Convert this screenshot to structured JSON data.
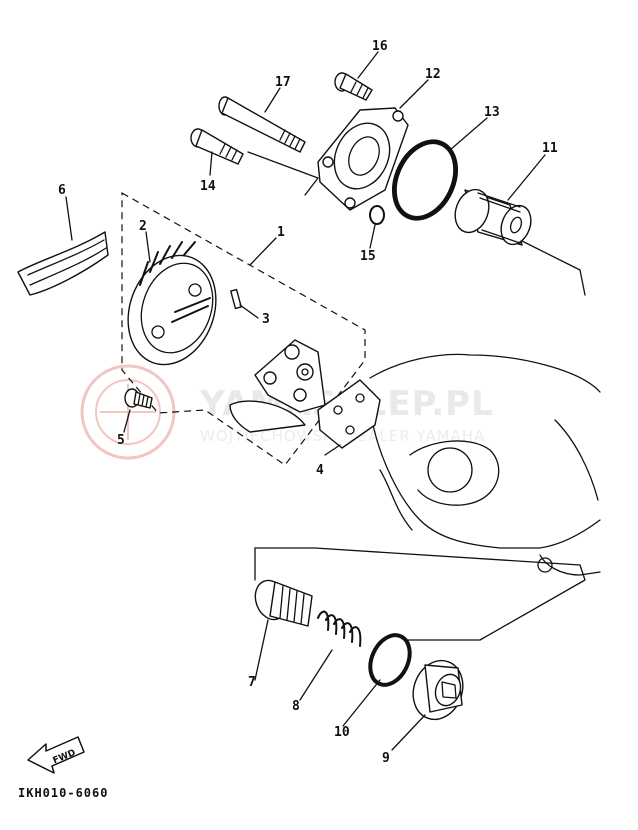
{
  "diagram_code": "IKH010-6060",
  "fwd_label": "FWD",
  "watermark": {
    "brand": "YAMASKLEP.PL",
    "tagline": "WOJTIECHOWSKI DEALER YAMAHA"
  },
  "callouts": [
    "1",
    "2",
    "3",
    "4",
    "5",
    "6",
    "7",
    "8",
    "9",
    "10",
    "11",
    "12",
    "13",
    "14",
    "15",
    "16",
    "17"
  ]
}
